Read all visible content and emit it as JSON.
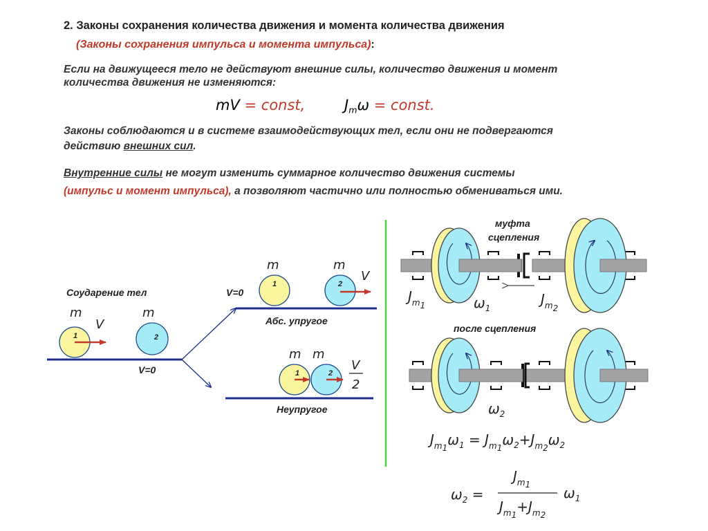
{
  "heading": "2. Законы сохранения  количества движения и момента количества движения",
  "subheading": "(Законы сохранения импульса и момента импульса)",
  "subheading_colon": ":",
  "para1": {
    "line1": "Если на движущееся тело не действуют внешние силы, количество движения и момент",
    "line2": "количества движения не изменяются:"
  },
  "formula1": {
    "lhs": "mV",
    "rhs": " = const,"
  },
  "formula2": {
    "lhs": "J",
    "sub": "m",
    "omega": "ω",
    "rhs": " = const."
  },
  "para2": {
    "line1": "Законы соблюдаются и в системе взаимодействующих тел, если они не  подвергаются",
    "line2_prefix": "действию ",
    "line2_underlined": "внешних сил",
    "line2_suffix": "."
  },
  "para3": {
    "line1_underlined": "Внутренние силы",
    "line1_rest": " не могут изменить суммарное количество движения системы",
    "line2_red": "(импульс и момент  импульса),",
    "line2_rest": "  а позволяют частично или полностью обмениваться ими."
  },
  "collision": {
    "title": "Соударение тел",
    "mass": "m",
    "velocity": "V",
    "v_zero": "V=0",
    "ball1": "1",
    "ball2": "2",
    "elastic_label": "Абс. упругое",
    "inelastic_label": "Неупругое",
    "half_v_num": "V",
    "half_v_den": "2"
  },
  "clutch": {
    "coupling_label_1": "муфта",
    "coupling_label_2": "сцепления",
    "after_label": "после сцепления",
    "j": "J",
    "sub_m": "m",
    "sub_1": "1",
    "sub_2": "2",
    "omega": "ω",
    "eq_equals": "=",
    "eq_plus": "+"
  },
  "colors": {
    "yellow_ball": "#fbf5a0",
    "cyan_ball": "#a6ecf8",
    "ground_line": "#1c2e8c",
    "arrow_red": "#c0392b",
    "divider_green": "#4ad23e",
    "shaft_grey": "#9a9a9a"
  }
}
